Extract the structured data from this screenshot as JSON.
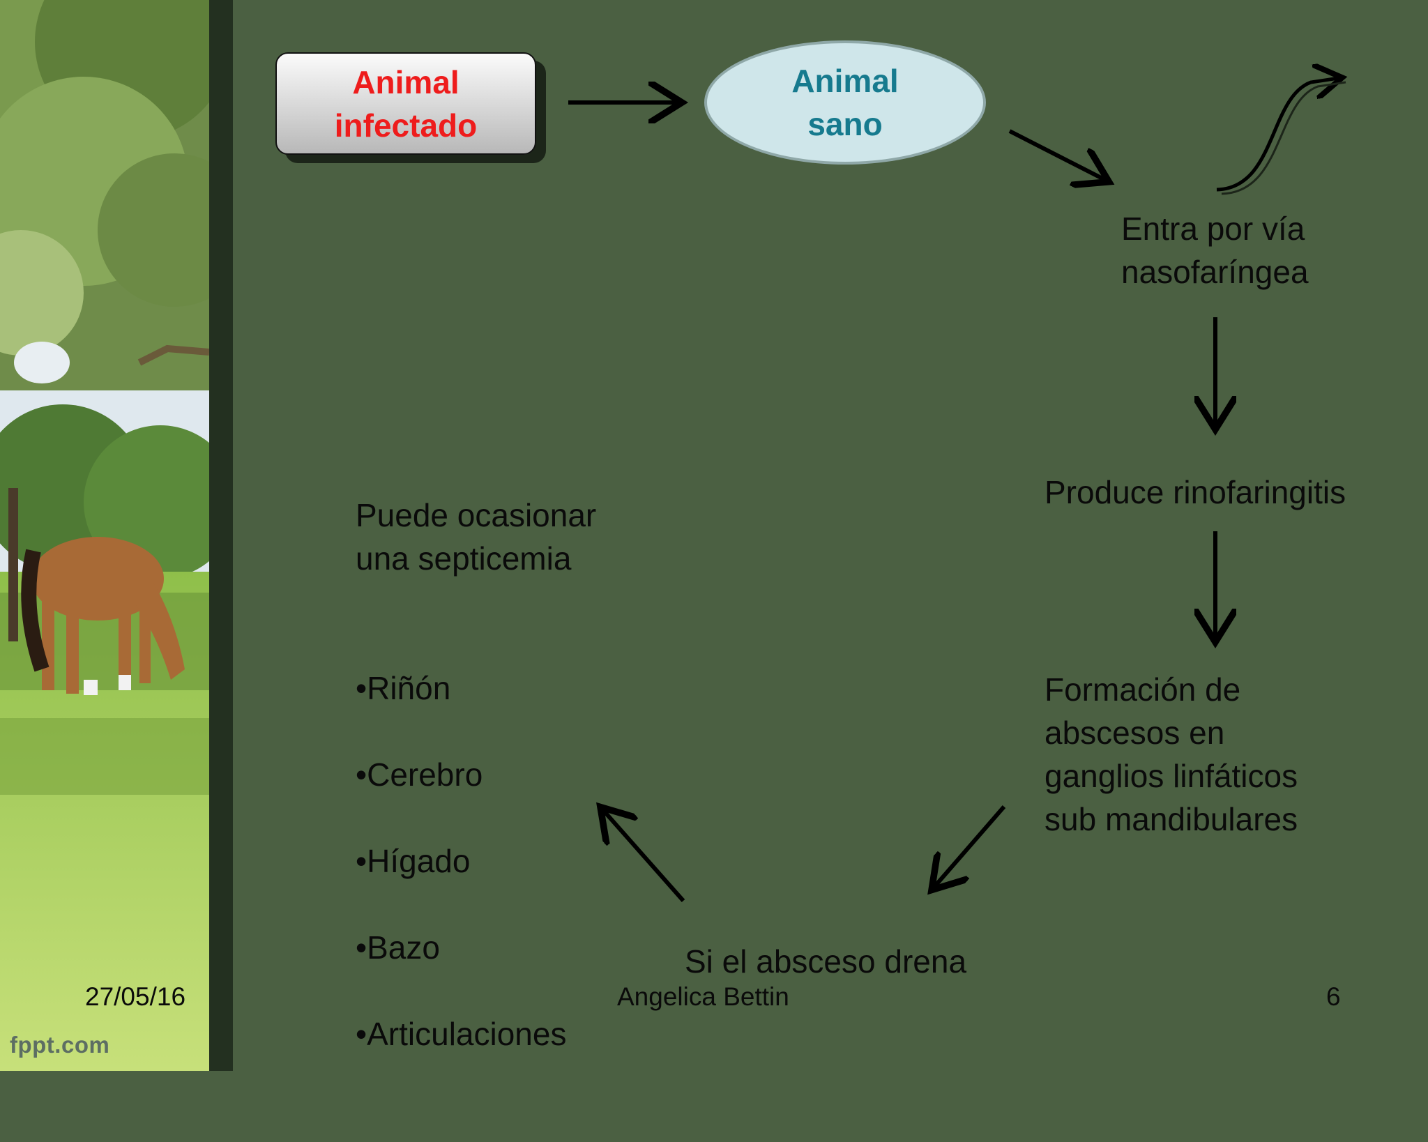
{
  "nodes": {
    "infected": "Animal\ninfectado",
    "healthy": "Animal\nsano",
    "entry": "Entra por vía\nnasofaríngea",
    "rhinopharyngitis": "Produce rinofaringitis",
    "abscess": "Formación de\nabscesos en\nganglios linfáticos\nsub mandibulares",
    "drain": "Si el absceso drena",
    "septicemia": "Puede ocasionar\nuna septicemia"
  },
  "septicemia_organs": [
    "•Riñón",
    "•Cerebro",
    "•Hígado",
    "•Bazo",
    "•Articulaciones"
  ],
  "footer": {
    "date": "27/05/16",
    "author": "Angelica Bettin",
    "page": "6",
    "logo": "fppt.com"
  },
  "colors": {
    "background": "#4b6042",
    "infected_text": "#ee1c1c",
    "healthy_text": "#167a8e",
    "healthy_fill": "#cfe6ea"
  }
}
